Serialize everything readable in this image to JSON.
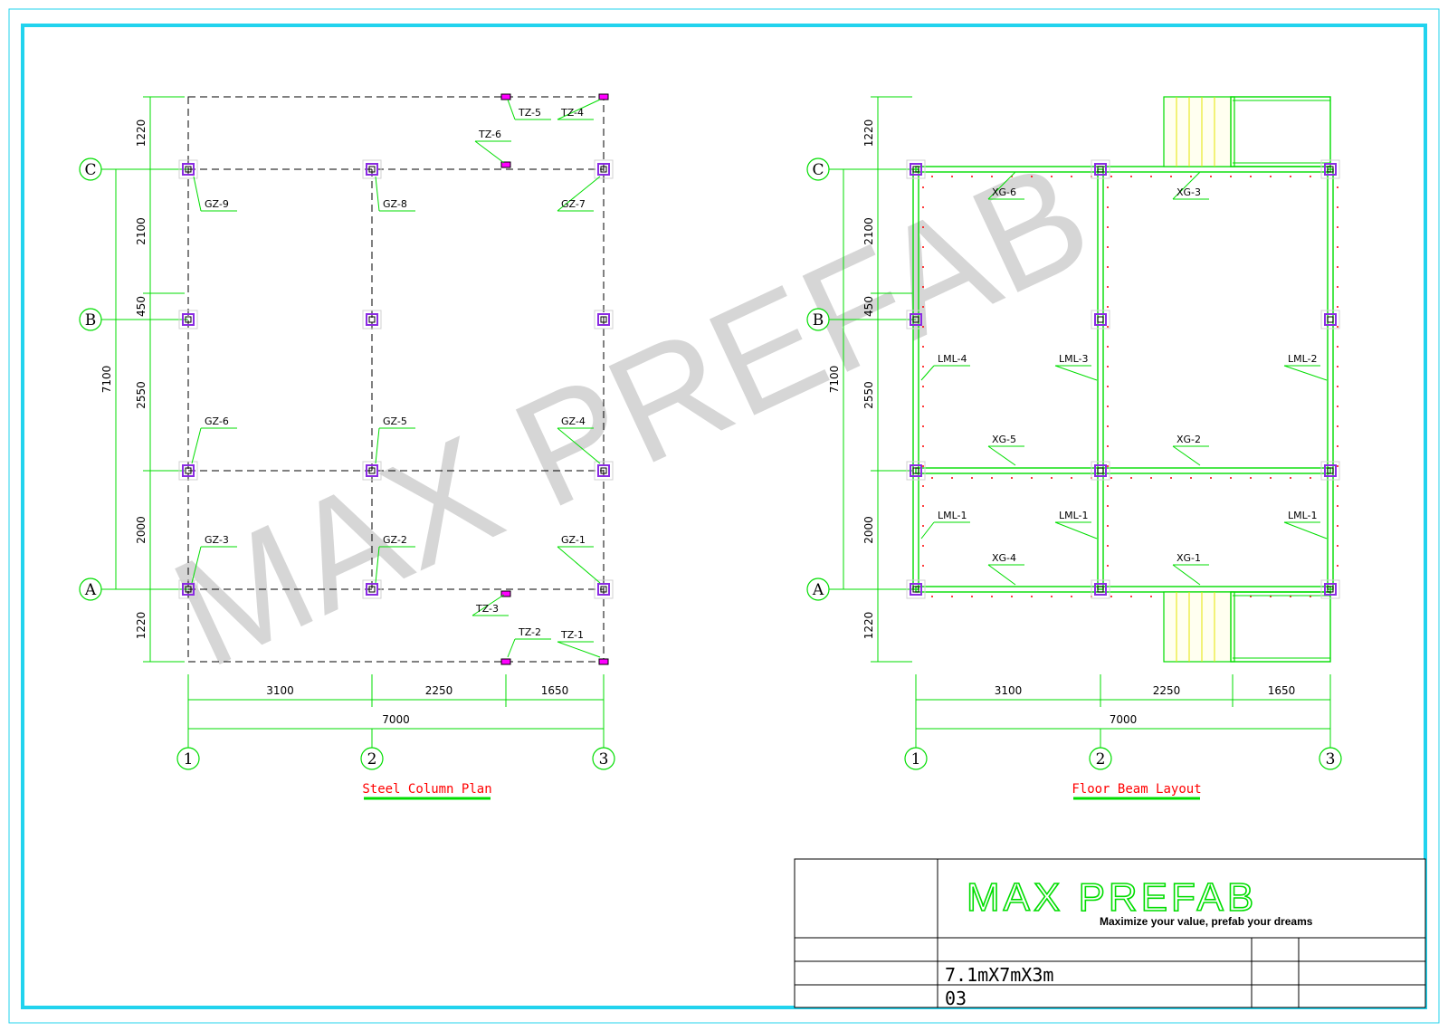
{
  "colors": {
    "frame": "#22d3ee",
    "green": "#00dd00",
    "title": "#ff0000",
    "line": "#000000"
  },
  "plans": [
    {
      "key": "column",
      "title": "Steel Column Plan",
      "axis_rows": [
        "C",
        "B",
        "A"
      ],
      "axis_cols": [
        "1",
        "2",
        "3"
      ],
      "dims_left": [
        "1220",
        "2100",
        "450",
        "2550",
        "2000",
        "1220"
      ],
      "dim_total_left": "7100",
      "dims_bottom": [
        "3100",
        "2250",
        "1650"
      ],
      "dim_total_bottom": "7000",
      "labels": [
        "GZ-9",
        "GZ-8",
        "GZ-7",
        "GZ-6",
        "GZ-5",
        "GZ-4",
        "GZ-3",
        "GZ-2",
        "GZ-1",
        "TZ-1",
        "TZ-2",
        "TZ-3",
        "TZ-4",
        "TZ-5",
        "TZ-6"
      ]
    },
    {
      "key": "beam",
      "title": "Floor Beam Layout",
      "axis_rows": [
        "C",
        "B",
        "A"
      ],
      "axis_cols": [
        "1",
        "2",
        "3"
      ],
      "dims_left": [
        "1220",
        "2100",
        "450",
        "2550",
        "2000",
        "1220"
      ],
      "dim_total_left": "7100",
      "dims_bottom": [
        "3100",
        "2250",
        "1650"
      ],
      "dim_total_bottom": "7000",
      "labels": [
        "XG-6",
        "XG-3",
        "LML-4",
        "LML-3",
        "LML-2",
        "XG-5",
        "XG-2",
        "LML-1",
        "LML-1",
        "LML-1",
        "XG-4",
        "XG-1"
      ]
    }
  ],
  "watermark": "MAX PREFAB",
  "title_block": {
    "logo": "MAX PREFAB",
    "slogan": "Maximize your value, prefab your dreams",
    "size": "7.1mX7mX3m",
    "sheet": "03"
  }
}
